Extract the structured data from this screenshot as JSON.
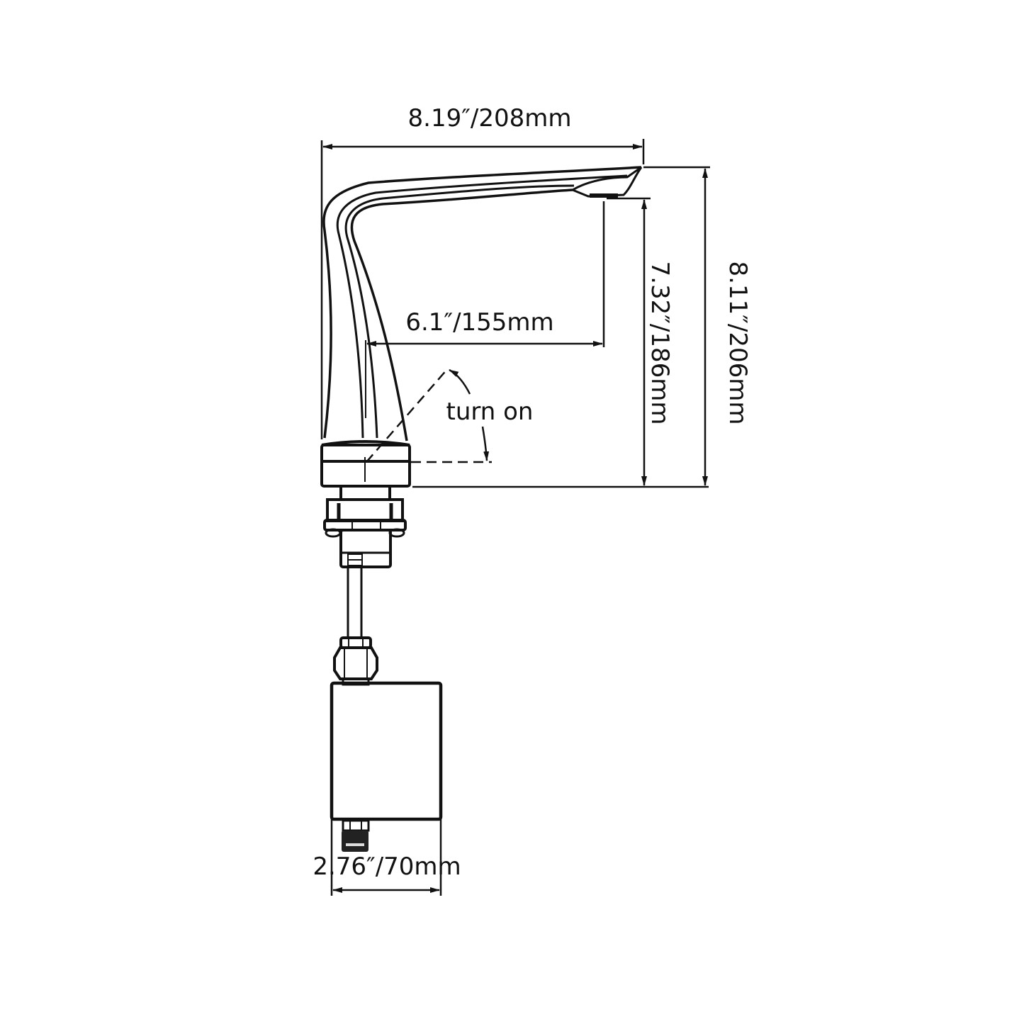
{
  "drawing": {
    "subject": "Sensor faucet dimension drawing",
    "line_color": "#111111",
    "background": "#ffffff",
    "dimensions": {
      "overall_width": "8.19″/208mm",
      "spout_reach": "6.1″/155mm",
      "spout_height": "7.32″/186mm",
      "overall_height": "8.11″/206mm",
      "control_box_width": "2.76″/70mm"
    },
    "annotations": {
      "sensor_angle": "turn on"
    }
  }
}
